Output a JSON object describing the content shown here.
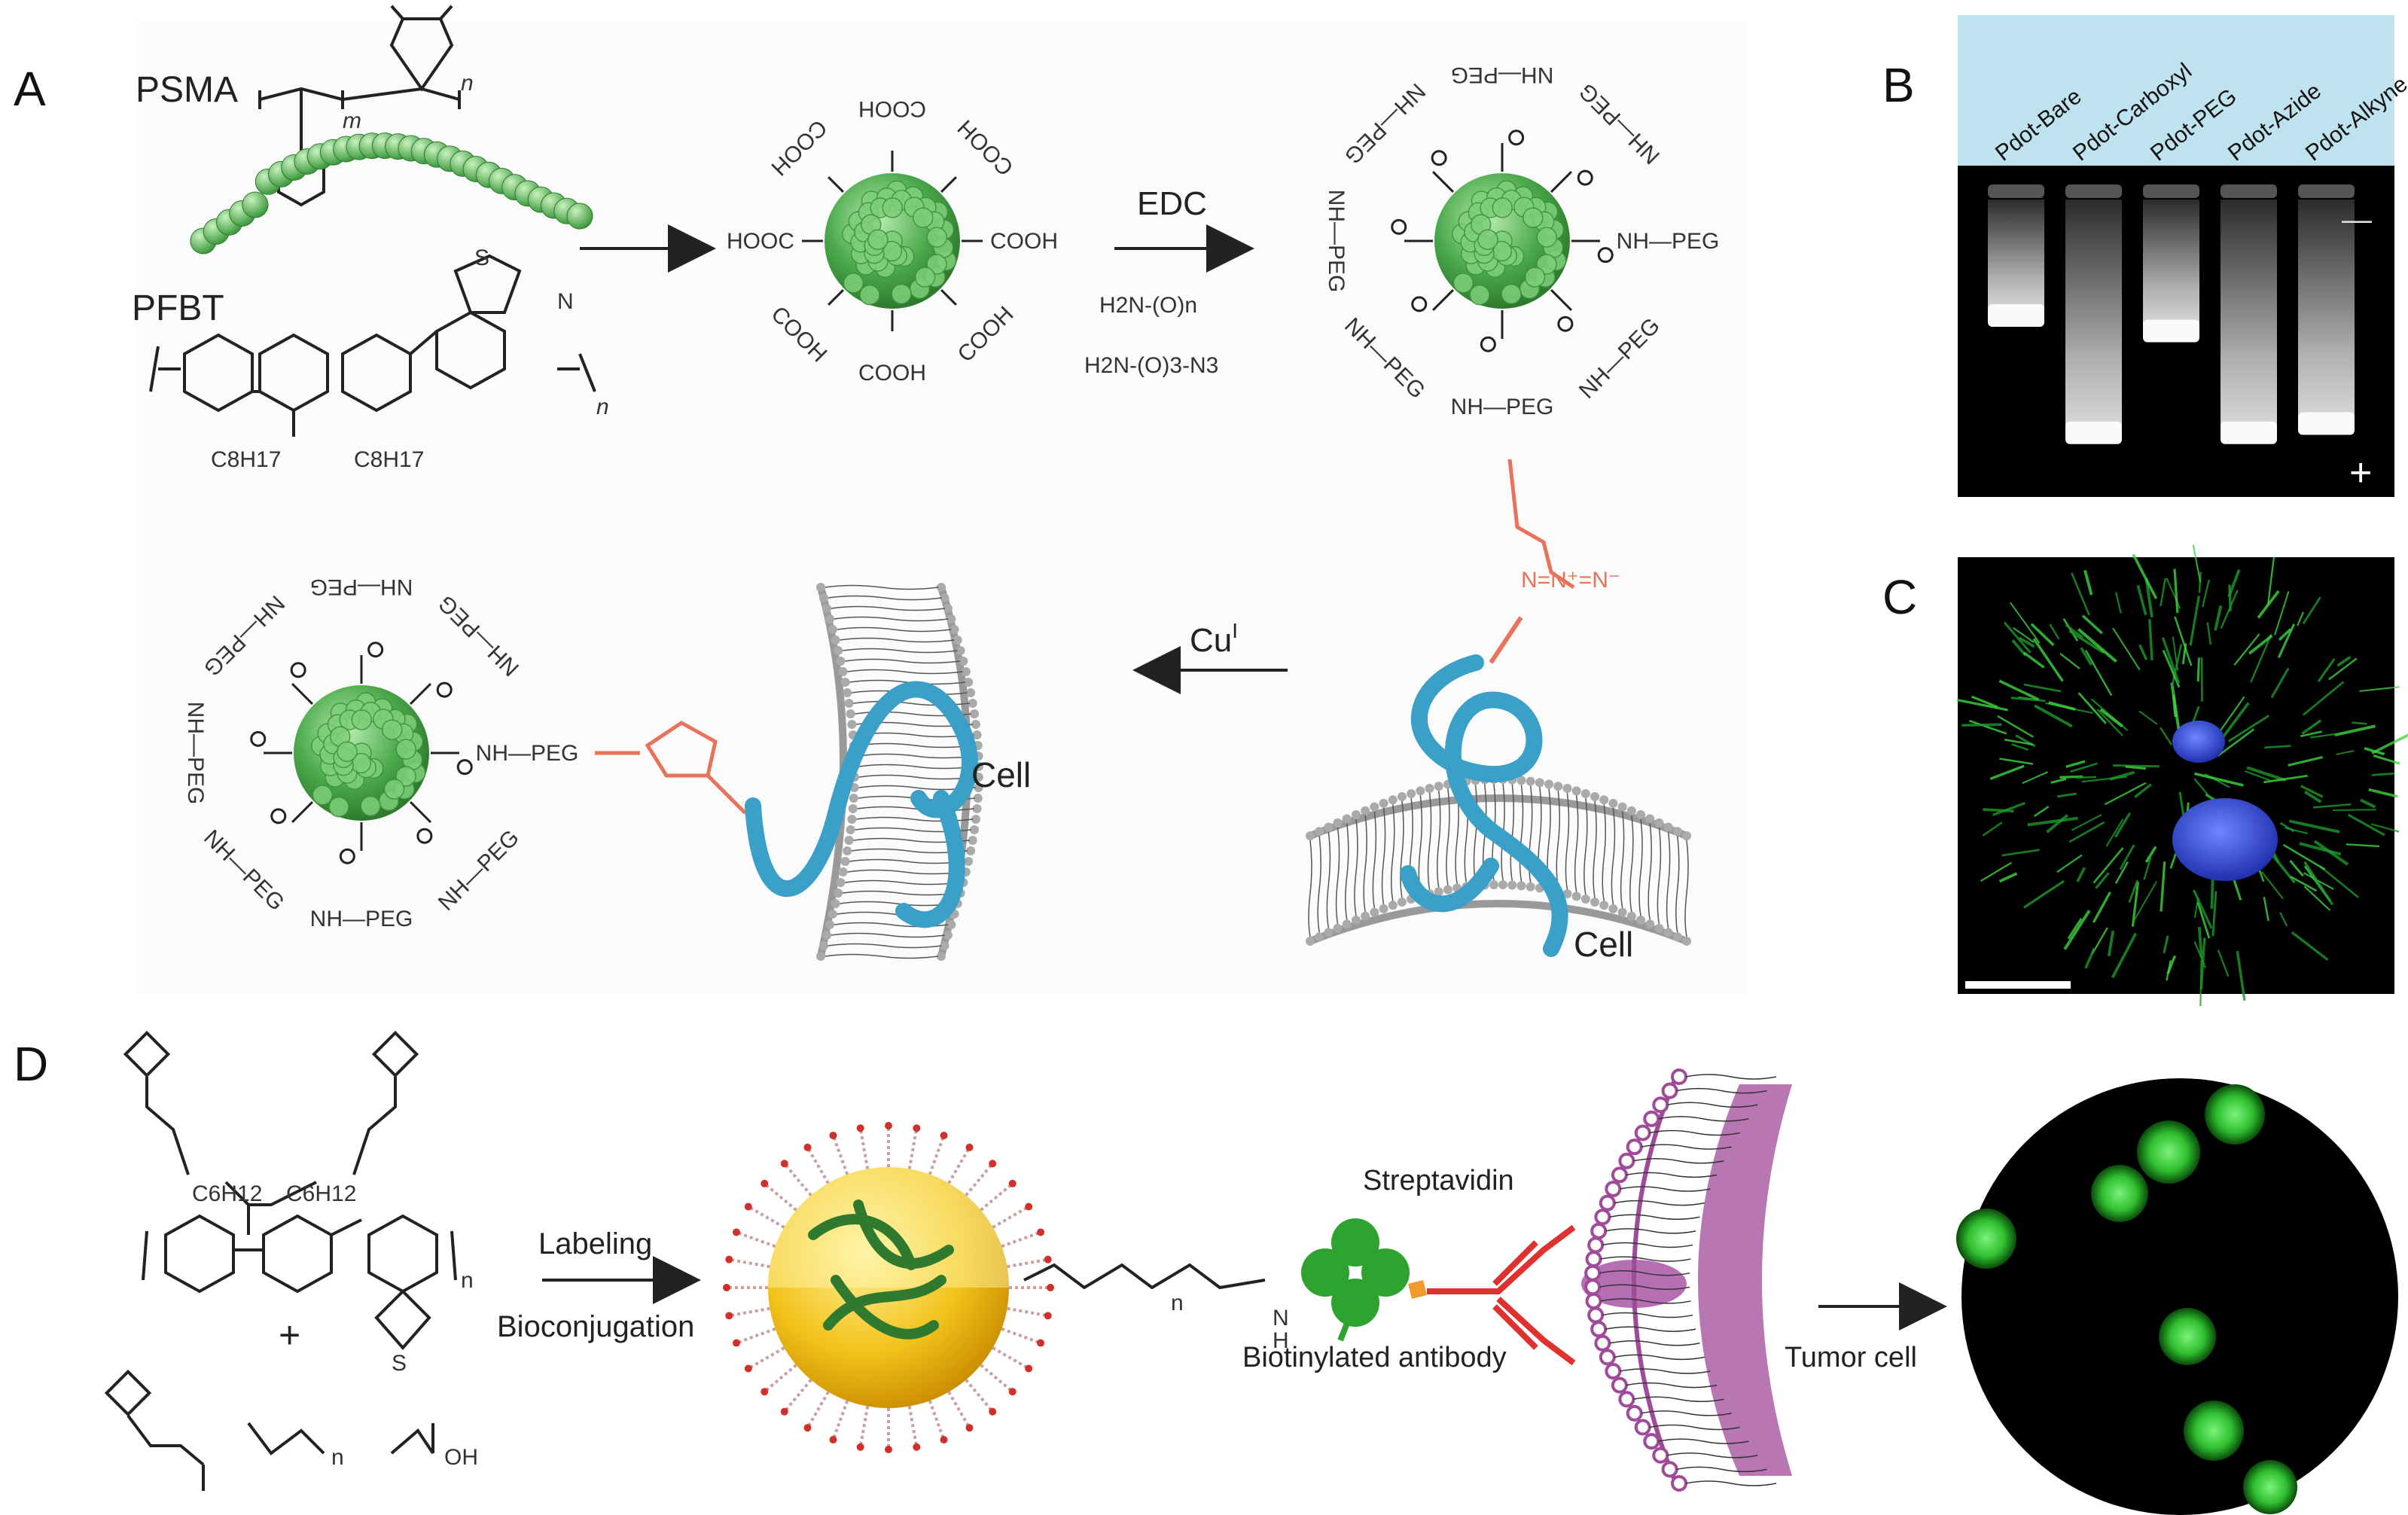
{
  "panels": {
    "A": {
      "letter": "A",
      "psma_label": "PSMA",
      "pfbt_label": "PFBT",
      "sub_m": "m",
      "sub_n1": "n",
      "sub_n2": "n",
      "c8h17_left": "C8H17",
      "c8h17_right": "C8H17",
      "cooh": "COOH",
      "hooc": "HOOC",
      "edc": "EDC",
      "peg_amine": "H2N-(O)n",
      "azide_amine": "H2N-(O)3-N3",
      "nh_peg": "NH—PEG",
      "peg_nh": "PEG—NH",
      "cu_label": "Cu",
      "cu_sup": "I",
      "cell_label_1": "Cell",
      "cell_label_2": "Cell"
    },
    "B": {
      "letter": "B",
      "lanes": [
        "Pdot-Bare",
        "Pdot-Carboxyl",
        "Pdot-PEG",
        "Pdot-Azide",
        "Pdot-Alkyne"
      ],
      "band_positions": [
        0.4,
        0.78,
        0.45,
        0.78,
        0.75
      ],
      "minus": "—",
      "plus": "+"
    },
    "C": {
      "letter": "C"
    },
    "D": {
      "letter": "D",
      "c6h12_left": "C6H12",
      "c6h12_right": "C6H12",
      "plus": "+",
      "sub_n1": "n",
      "sub_n2": "n",
      "sub_n3": "n",
      "labeling": "Labeling",
      "bioconjugation": "Bioconjugation",
      "streptavidin": "Streptavidin",
      "biotinylated_antibody": "Biotinylated antibody",
      "tumor_cell": "Tumor cell",
      "oh": "OH",
      "nh_h": "H",
      "nh_n": "N"
    }
  },
  "colors": {
    "pdot_green": "#4aa84a",
    "pdot_light": "#8fd58f",
    "azide_red": "#e8735a",
    "membrane_blue": "#3aa0c8",
    "gel_top": "#bfe3ee",
    "nucleus_blue": "#3b4fd8",
    "yellow_sphere": "#f2c21a",
    "purple": "#a04a9a",
    "antibody_red": "#e03030"
  }
}
